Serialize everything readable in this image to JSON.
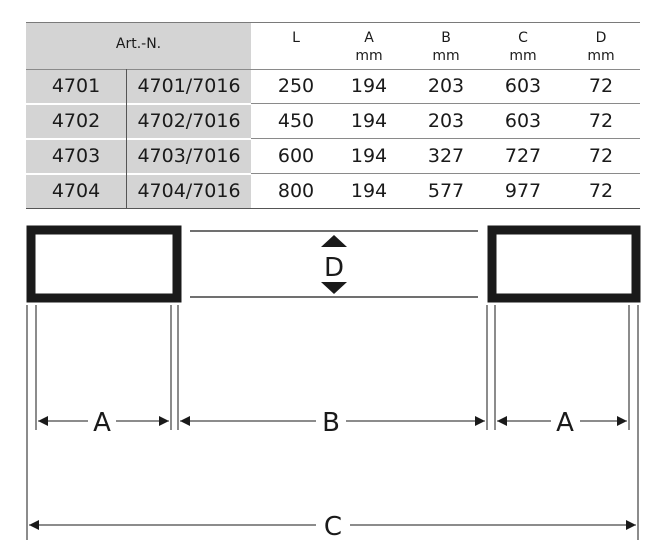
{
  "table": {
    "art_header": "Art.-N.",
    "columns": [
      {
        "name": "L",
        "unit": ""
      },
      {
        "name": "A",
        "unit": "mm"
      },
      {
        "name": "B",
        "unit": "mm"
      },
      {
        "name": "C",
        "unit": "mm"
      },
      {
        "name": "D",
        "unit": "mm"
      }
    ],
    "rows": [
      {
        "art": "4701",
        "art2": "4701/7016",
        "values": [
          "250",
          "194",
          "203",
          "603",
          "72"
        ]
      },
      {
        "art": "4702",
        "art2": "4702/7016",
        "values": [
          "450",
          "194",
          "203",
          "603",
          "72"
        ]
      },
      {
        "art": "4703",
        "art2": "4703/7016",
        "values": [
          "600",
          "194",
          "327",
          "727",
          "72"
        ]
      },
      {
        "art": "4704",
        "art2": "4704/7016",
        "values": [
          "800",
          "194",
          "577",
          "977",
          "72"
        ]
      }
    ]
  },
  "diagram": {
    "labels": {
      "a_left": "A",
      "b": "B",
      "a_right": "A",
      "c": "C",
      "d": "D"
    },
    "colors": {
      "line": "#1a1a1a",
      "profile": "#1a1a1a"
    }
  }
}
